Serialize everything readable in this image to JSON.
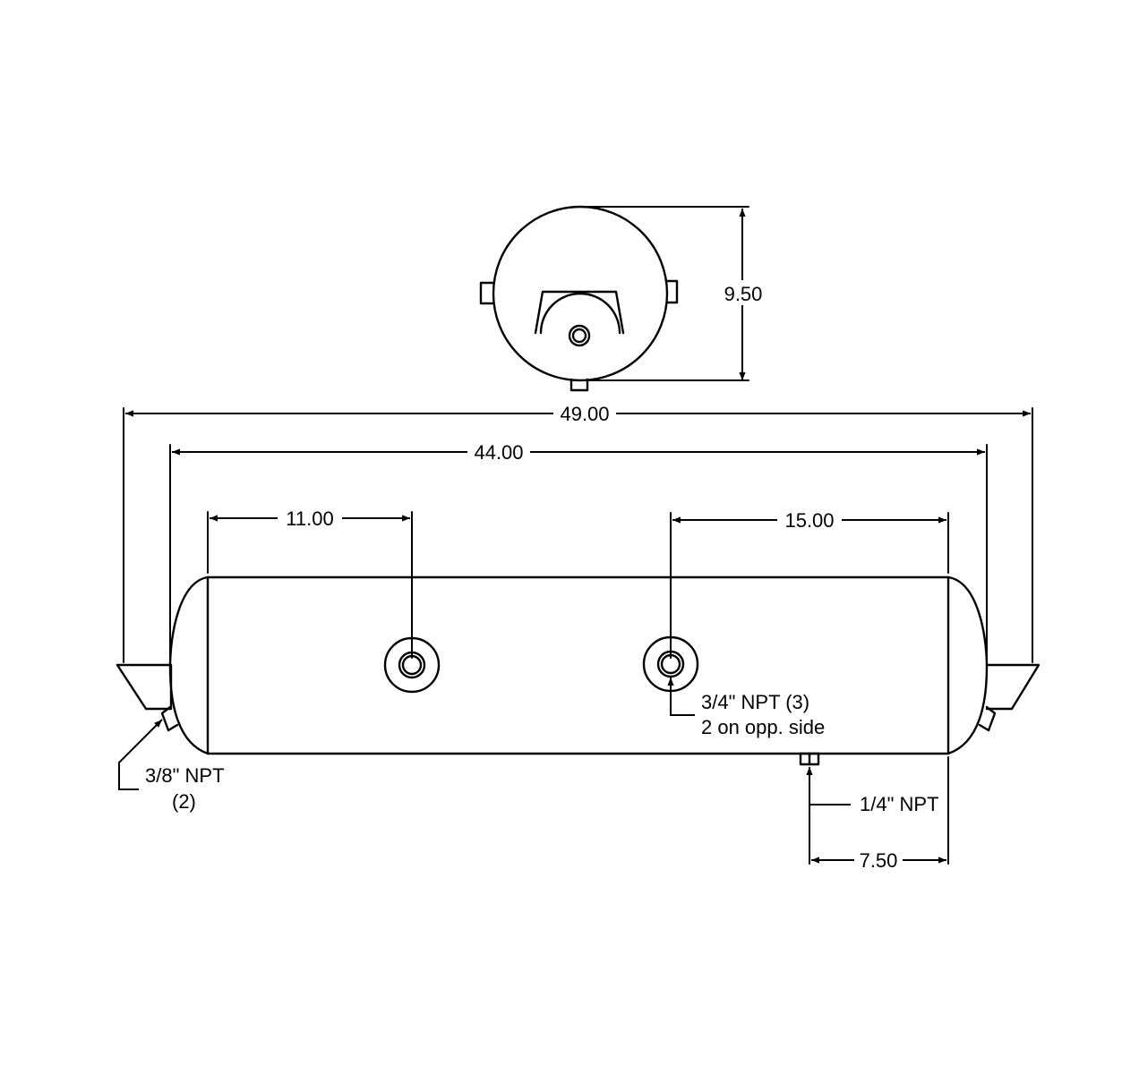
{
  "dimensions": {
    "height": "9.50",
    "overall_length": "49.00",
    "shell_length": "44.00",
    "left_port": "11.00",
    "right_port": "15.00",
    "drain_port": "7.50"
  },
  "callouts": {
    "side_port_line1": "3/4\" NPT (3)",
    "side_port_line2": "2 on opp. side",
    "end_port_line1": "3/8\" NPT",
    "end_port_line2": "(2)",
    "drain_label": "1/4\" NPT"
  },
  "colors": {
    "line": "#000000",
    "background": "#ffffff"
  }
}
